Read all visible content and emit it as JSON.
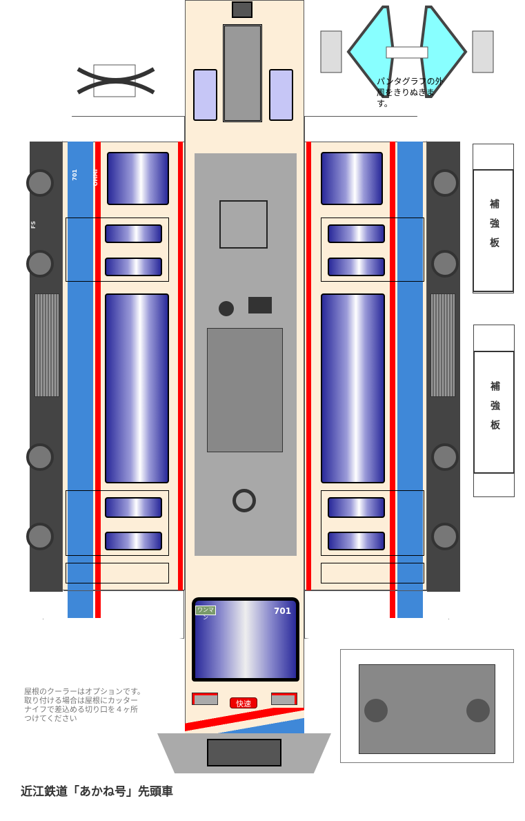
{
  "title": "近江鉄道「あかね号」先頭車",
  "pantograph_note": "パンタグラフの外周をきりぬきます。",
  "instructions": [
    "屋根のクーラーはオプションです。",
    "取り付ける場合は屋根にカッター",
    "ナイフで差込める切り口を４ヶ所",
    "つけてください"
  ],
  "car_number": "701",
  "company_mark": "OHMI",
  "bogie_label": "FS",
  "oneman_sign": "ワンマン",
  "service_sign": "快速",
  "reinforcement_label": "補強板",
  "colors": {
    "cream": "#fdeed8",
    "blue": "#3f88d8",
    "red": "#ff0000",
    "gray": "#a8a8a8"
  }
}
